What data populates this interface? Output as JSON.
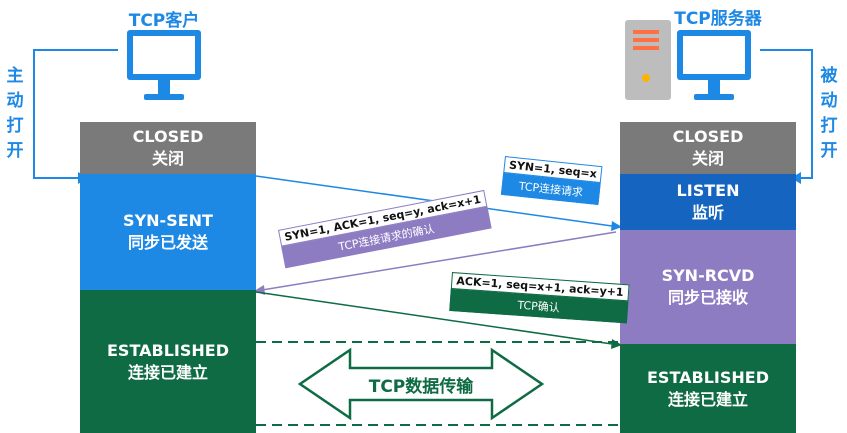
{
  "client": {
    "title": "TCP客户",
    "side_label": [
      "主",
      "动",
      "打",
      "开"
    ]
  },
  "server": {
    "title": "TCP服务器",
    "side_label": [
      "被",
      "动",
      "打",
      "开"
    ]
  },
  "client_states": [
    {
      "en": "CLOSED",
      "zh": "关闭",
      "color": "#7a7a7a"
    },
    {
      "en": "SYN-SENT",
      "zh": "同步已发送",
      "color": "#1e88e5"
    },
    {
      "en": "ESTABLISHED",
      "zh": "连接已建立",
      "color": "#0e6b44"
    }
  ],
  "server_states": [
    {
      "en": "CLOSED",
      "zh": "关闭",
      "color": "#7a7a7a"
    },
    {
      "en": "LISTEN",
      "zh": "监听",
      "color": "#1565c0"
    },
    {
      "en": "SYN-RCVD",
      "zh": "同步已接收",
      "color": "#8e7cc3"
    },
    {
      "en": "ESTABLISHED",
      "zh": "连接已建立",
      "color": "#0e6b44"
    }
  ],
  "messages": [
    {
      "fields": "SYN=1, seq=x",
      "desc": "TCP连接请求",
      "color": "#1e88e5"
    },
    {
      "fields": "SYN=1, ACK=1, seq=y, ack=x+1",
      "desc": "TCP连接请求的确认",
      "color": "#8e7cc3"
    },
    {
      "fields": "ACK=1, seq=x+1, ack=y+1",
      "desc": "TCP确认",
      "color": "#0e6b44"
    }
  ],
  "transfer_label": "TCP数据传输"
}
